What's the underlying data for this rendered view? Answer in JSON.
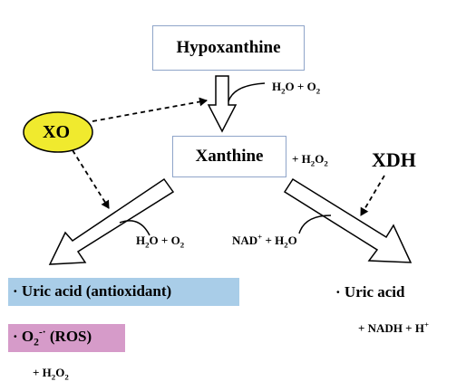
{
  "nodes": {
    "hypoxanthine": "Hypoxanthine",
    "xanthine": "Xanthine",
    "xo": "XO",
    "xdh": "XDH"
  },
  "reagents": {
    "top": {
      "a": "H",
      "a_sub": "2",
      "b": "O + O",
      "b_sub": "2"
    },
    "xanthine_side": {
      "a": "+ H",
      "a_sub": "2",
      "b": "O",
      "b_sub": "2"
    },
    "left": {
      "a": "H",
      "a_sub": "2",
      "b": "O + O",
      "b_sub": "2"
    },
    "right": {
      "a": "NAD",
      "a_sup": "+",
      "b": " + H",
      "b_sub": "2",
      "c": "O"
    }
  },
  "products": {
    "left_uric": "· Uric acid (antioxidant)",
    "ros": {
      "a": "· O",
      "a_sub": "2",
      "sup": "-·",
      "b": " (ROS)"
    },
    "left_h2o2": {
      "a": "+ H",
      "a_sub": "2",
      "b": "O",
      "b_sub": "2"
    },
    "right_uric": "· Uric acid",
    "right_extra": {
      "a": "+ NADH + H",
      "a_sup": "+"
    }
  },
  "colors": {
    "xo_fill": "#f0ea2e",
    "box_border": "#8fa5c9",
    "uric_highlight": "#a9cde8",
    "ros_highlight": "#d69bc9"
  }
}
